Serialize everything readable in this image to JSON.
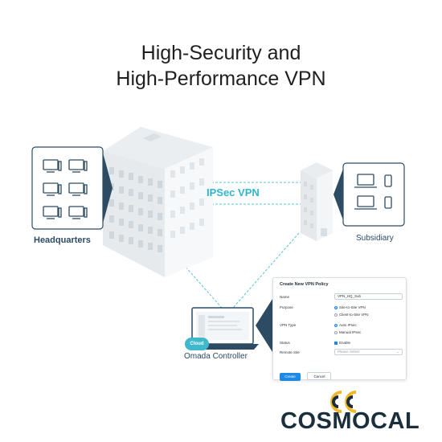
{
  "title": {
    "line1": "High-Security and",
    "line2": "High-Performance VPN"
  },
  "labels": {
    "headquarters": "Headquarters",
    "subsidiary": "Subsidiary",
    "ipsec_vpn": "IPSec VPN",
    "omada_controller": "Omada Controller",
    "cloud_badge": "Cloud"
  },
  "vpn_policy": {
    "title": "Create New VPN Policy",
    "name_label": "Name",
    "name_value": "VPN_HQ_Sub",
    "purpose_label": "Purpose",
    "purpose_options": [
      "Site-to-Site VPN",
      "Client-to-Site VPN"
    ],
    "vpn_type_label": "VPN Type",
    "vpn_type_options": [
      "Auto IPsec",
      "Manual IPsec"
    ],
    "status_label": "Status",
    "status_value": "Enable",
    "remote_site_label": "Remote Site",
    "remote_site_placeholder": "Please Select",
    "create_button": "Create",
    "cancel_button": "Cancel"
  },
  "logo": {
    "text": "COSMOCAL",
    "colors": {
      "gold": "#f0b82a",
      "dark": "#1b2e3c"
    }
  },
  "colors": {
    "accent": "#2fb6cc",
    "building": "#eef1f3",
    "panel_border": "#2d4c63",
    "primary_button": "#1e88e5"
  }
}
